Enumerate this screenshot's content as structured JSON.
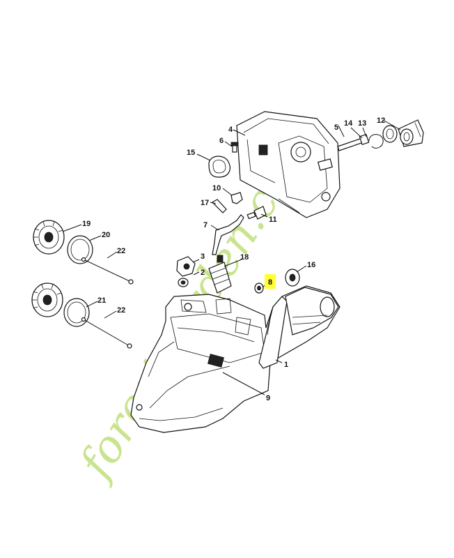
{
  "diagram": {
    "callouts": [
      {
        "id": "c1",
        "label": "1"
      },
      {
        "id": "c2",
        "label": "2"
      },
      {
        "id": "c3",
        "label": "3"
      },
      {
        "id": "c4",
        "label": "4"
      },
      {
        "id": "c5",
        "label": "5"
      },
      {
        "id": "c6",
        "label": "6"
      },
      {
        "id": "c7",
        "label": "7"
      },
      {
        "id": "c8",
        "label": "8",
        "highlighted": true
      },
      {
        "id": "c9",
        "label": "9"
      },
      {
        "id": "c10",
        "label": "10"
      },
      {
        "id": "c11",
        "label": "11"
      },
      {
        "id": "c12",
        "label": "12"
      },
      {
        "id": "c13",
        "label": "13"
      },
      {
        "id": "c14",
        "label": "14"
      },
      {
        "id": "c15",
        "label": "15"
      },
      {
        "id": "c16",
        "label": "16"
      },
      {
        "id": "c17",
        "label": "17"
      },
      {
        "id": "c18",
        "label": "18"
      },
      {
        "id": "c19",
        "label": "19"
      },
      {
        "id": "c20",
        "label": "20"
      },
      {
        "id": "c21",
        "label": "21"
      },
      {
        "id": "c22a",
        "label": "22"
      },
      {
        "id": "c22b",
        "label": "22"
      }
    ],
    "highlight_color": "#ffff33"
  },
  "watermark": {
    "text": "forestgarden.com",
    "green": "#b8dc6a",
    "dark": "#c9bcb0"
  }
}
